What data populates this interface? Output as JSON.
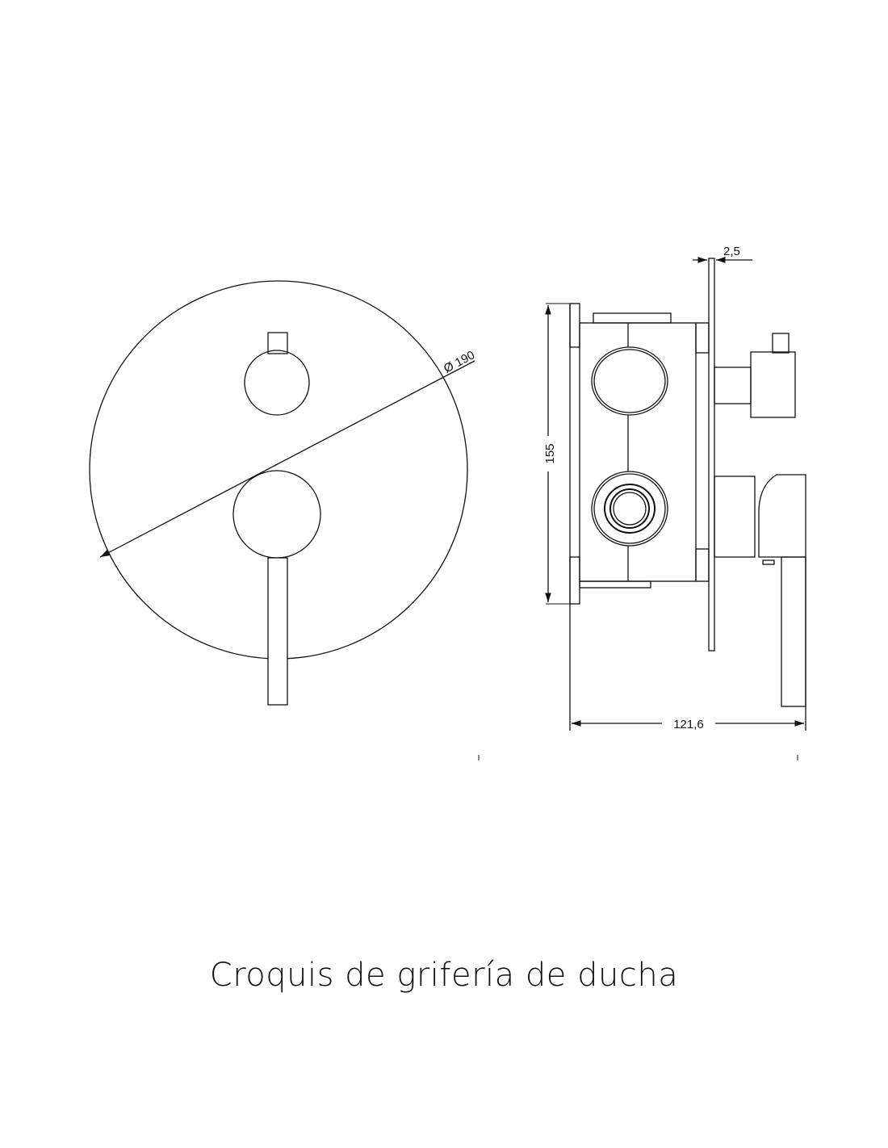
{
  "diagram": {
    "dimensions": {
      "diameter": "Ø 190",
      "height": "155",
      "depth": "121,6",
      "plate_thickness": "2,5"
    },
    "caption": "Croquis de grifería de ducha",
    "line_color": "#111111"
  }
}
